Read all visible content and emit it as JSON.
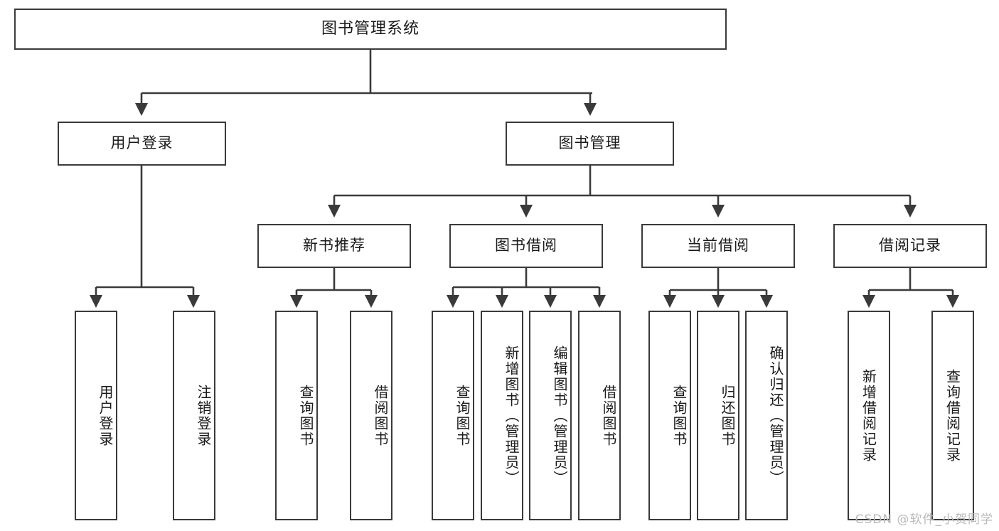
{
  "diagram": {
    "title": "图书管理系统",
    "type": "hierarchy-tree",
    "watermark": "CSDN @软件_小贺同学",
    "colors": {
      "stroke": "#3a3a3a",
      "fill": "#ffffff",
      "text": "#1a1a1a",
      "watermark": "#b9b9b9"
    },
    "levels": {
      "root": {
        "label": "图书管理系统"
      },
      "level2": [
        {
          "id": "user-login",
          "label": "用户登录"
        },
        {
          "id": "book-manage",
          "label": "图书管理"
        }
      ],
      "level3": [
        {
          "id": "new-book-recommend",
          "label": "新书推荐"
        },
        {
          "id": "book-borrow",
          "label": "图书借阅"
        },
        {
          "id": "current-borrow",
          "label": "当前借阅"
        },
        {
          "id": "borrow-record",
          "label": "借阅记录"
        }
      ],
      "leaves": {
        "user_login": [
          {
            "id": "leaf-user-login",
            "label": "用户登录"
          },
          {
            "id": "leaf-user-logout",
            "label": "注销登录"
          }
        ],
        "new_book_recommend": [
          {
            "id": "leaf-query-book-1",
            "label": "查询图书"
          },
          {
            "id": "leaf-borrow-book-1",
            "label": "借阅图书"
          }
        ],
        "book_borrow": [
          {
            "id": "leaf-query-book-2",
            "label": "查询图书"
          },
          {
            "id": "leaf-add-book",
            "label": "新增图书（管理员）"
          },
          {
            "id": "leaf-edit-book",
            "label": "编辑图书（管理员）"
          },
          {
            "id": "leaf-borrow-book-2",
            "label": "借阅图书"
          }
        ],
        "current_borrow": [
          {
            "id": "leaf-query-book-3",
            "label": "查询图书"
          },
          {
            "id": "leaf-return-book",
            "label": "归还图书"
          },
          {
            "id": "leaf-confirm-return",
            "label": "确认归还（管理员）"
          }
        ],
        "borrow_record": [
          {
            "id": "leaf-add-record",
            "label": "新增借阅记录"
          },
          {
            "id": "leaf-query-record",
            "label": "查询借阅记录"
          }
        ]
      }
    }
  }
}
